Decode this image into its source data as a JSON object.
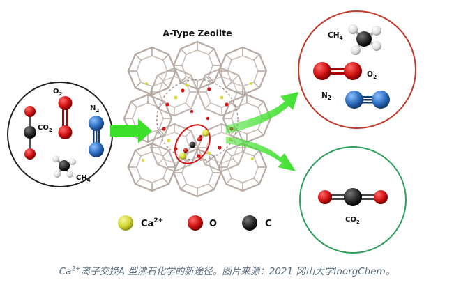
{
  "figure": {
    "title": "A-Type Zeolite",
    "feed_mixture": {
      "molecules": [
        {
          "label": "O",
          "sub": "2"
        },
        {
          "label": "CO",
          "sub": "2"
        },
        {
          "label": "N",
          "sub": "2"
        },
        {
          "label": "CH",
          "sub": "4"
        }
      ],
      "border_color": "#222222"
    },
    "passed_gases": {
      "molecules": [
        {
          "label": "CH",
          "sub": "4"
        },
        {
          "label": "O",
          "sub": "2"
        },
        {
          "label": "N",
          "sub": "2"
        }
      ],
      "border_color": "#c0392b"
    },
    "adsorbed_gas": {
      "molecules": [
        {
          "label": "CO",
          "sub": "2"
        }
      ],
      "border_color": "#2e9e5b"
    },
    "legend": [
      {
        "symbol": "Ca",
        "sup": "2+",
        "color": "#d4d935"
      },
      {
        "symbol": "O",
        "color": "#d21414"
      },
      {
        "symbol": "C",
        "color": "#111111"
      }
    ],
    "arrow_color": "#3ce02b",
    "atom_colors": {
      "oxygen": "#d21414",
      "carbon": "#2b2b2b",
      "nitrogen": "#2f6fc0",
      "hydrogen": "#e8e8e8"
    }
  },
  "caption": {
    "prefix": "Ca",
    "sup": "2+",
    "text": "离子交换A 型沸石化学的新途径。图片来源：2021 冈山大学InorgChem。"
  }
}
